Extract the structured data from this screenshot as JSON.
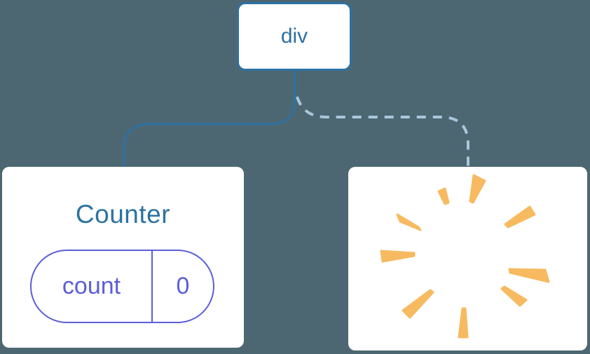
{
  "colors": {
    "background": "#4D6772",
    "node-bg": "#FFFFFF",
    "node-blue": "#2D71A1",
    "state-purple": "#5B5ED8",
    "dashed-blue": "#A8C7DC",
    "poof-orange": "#F7BA60"
  },
  "root_node": {
    "label": "div"
  },
  "counter_node": {
    "title": "Counter",
    "state_pill": {
      "name": "count",
      "value": "0"
    }
  },
  "removed_node": {
    "icon": "poof-starburst-icon"
  }
}
